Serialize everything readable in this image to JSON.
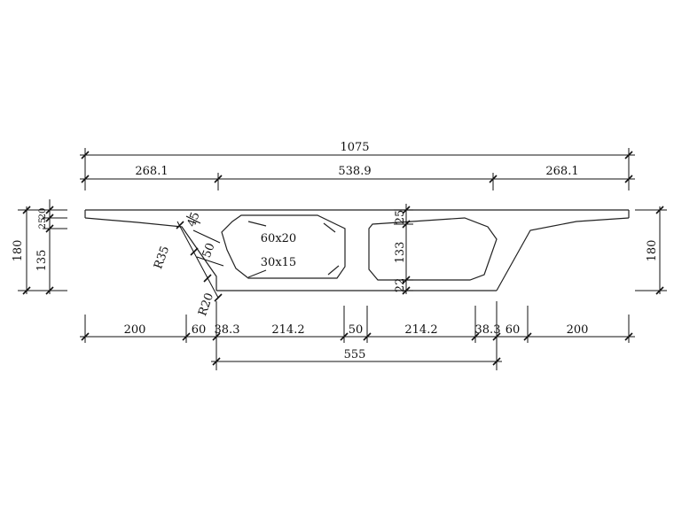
{
  "dimensions": {
    "overall_width": "1075",
    "left_cantilever": "268.1",
    "middle_span": "538.9",
    "right_cantilever": "268.1",
    "bottom_left_200": "200",
    "bottom_left_60": "60",
    "bottom_left_38": "38.3",
    "left_cell": "214.2",
    "web_50": "50",
    "right_cell": "214.2",
    "bottom_right_38": "38.3",
    "bottom_right_60": "60",
    "bottom_right_200": "200",
    "bottom_width": "555",
    "left_height": "180",
    "right_height": "180",
    "left_lower_135": "135",
    "left_small_20a": "20",
    "left_small_25": "25",
    "center_height_133": "133",
    "center_top_25": "25",
    "center_bottom_22": "22",
    "chamfer_45": "45",
    "chamfer_50": "50",
    "radius_r35": "R35",
    "radius_r20": "R20",
    "haunch_top": "60x20",
    "haunch_bottom": "30x15"
  }
}
